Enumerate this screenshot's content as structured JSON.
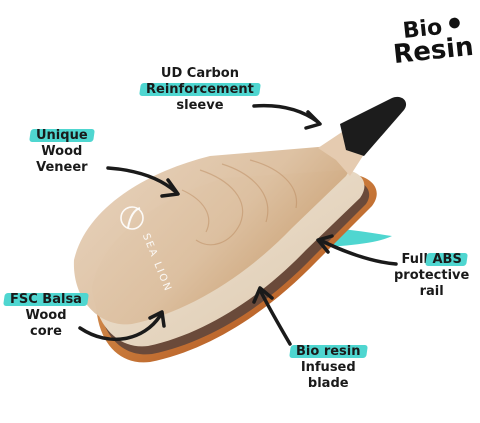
{
  "logo": {
    "line1": "Bio",
    "line2": "Resin",
    "icon": "leaf-drop-icon"
  },
  "paddle": {
    "brand": "SEA LION",
    "logo_icon": "sealion-swoosh-icon"
  },
  "callouts": {
    "carbon": {
      "line1": "UD Carbon",
      "line2": "Reinforcement",
      "line3": "sleeve",
      "highlighted_line": "Reinforcement"
    },
    "veneer": {
      "line1": "Unique",
      "line2": "Wood",
      "line3": "Veneer",
      "highlighted_line": "Unique"
    },
    "abs": {
      "line1_prefix": "Full ",
      "line1_highlight": "ABS",
      "line2": "protective",
      "line3": "rail"
    },
    "balsa": {
      "line1": "FSC Balsa",
      "line2": "Wood",
      "line3": "core",
      "highlighted_line": "FSC Balsa"
    },
    "resin": {
      "line1": "Bio resin",
      "line2": "Infused",
      "line3": "blade",
      "highlighted_line": "Bio resin"
    }
  },
  "colors": {
    "accent_teal": "#4fd6d0",
    "arrow": "#1a1a1a",
    "veneer_light": "#e8d3bf",
    "wood_mid": "#c99a6a",
    "wood_dark": "#b4561c",
    "carbon": "#1c1c1c"
  }
}
